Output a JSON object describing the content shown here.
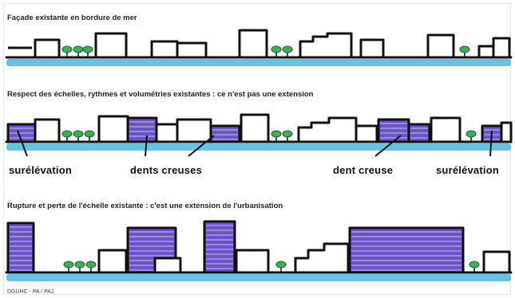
{
  "colors": {
    "water": "#66c3e6",
    "building_fill": "#6b55c8",
    "outline": "#111111",
    "tree": "#3fae57",
    "background": "#ffffff"
  },
  "panels": [
    {
      "title": "Façade existante en bordure de mer"
    },
    {
      "title": "Respect des échelles, rythmes et volumétries existantes : ce n'est pas une extension",
      "labels": [
        "surélévation",
        "dents creuses",
        "dent creuse",
        "surélévation"
      ]
    },
    {
      "title": "Rupture et perte de l'échelle existante : c'est une extension de l'urbanisation"
    }
  ],
  "footer": "DGUHC - PA / PA1"
}
